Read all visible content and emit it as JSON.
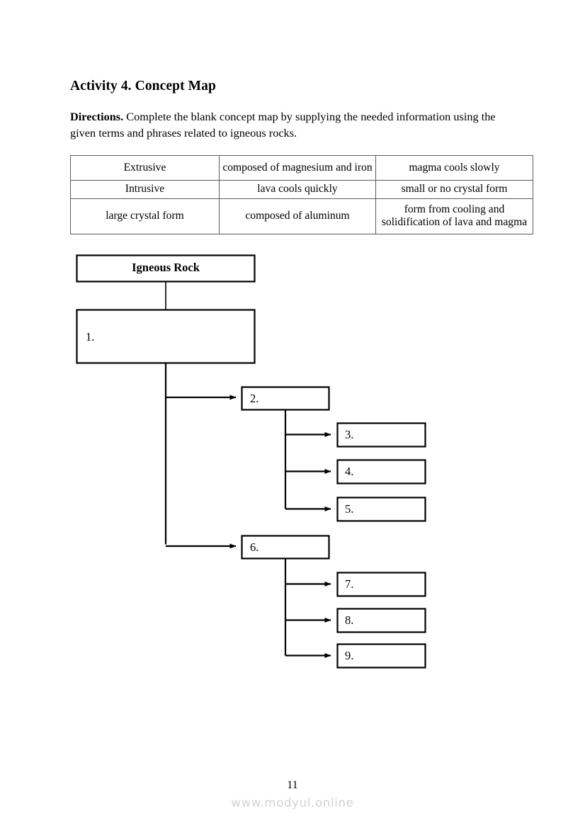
{
  "document": {
    "activity_title": "Activity 4. Concept Map",
    "directions_label": "Directions.",
    "directions_text": " Complete the blank concept map by supplying the needed information using the given terms and phrases related to igneous rocks.",
    "page_number": "11",
    "watermark": "www.modyul.online"
  },
  "word_bank": {
    "rows": [
      [
        "Extrusive",
        "composed of magnesium and iron",
        "magma cools slowly"
      ],
      [
        "Intrusive",
        "lava cools quickly",
        "small or no crystal form"
      ],
      [
        "large crystal form",
        "composed of aluminum",
        "form from cooling and solidification of lava and magma"
      ]
    ]
  },
  "concept_map": {
    "root_label": "Igneous Rock",
    "blank_1": "1.",
    "blank_2": "2.",
    "blank_3": "3.",
    "blank_4": "4.",
    "blank_5": "5.",
    "blank_6": "6.",
    "blank_7": "7.",
    "blank_8": "8.",
    "blank_9": "9."
  }
}
